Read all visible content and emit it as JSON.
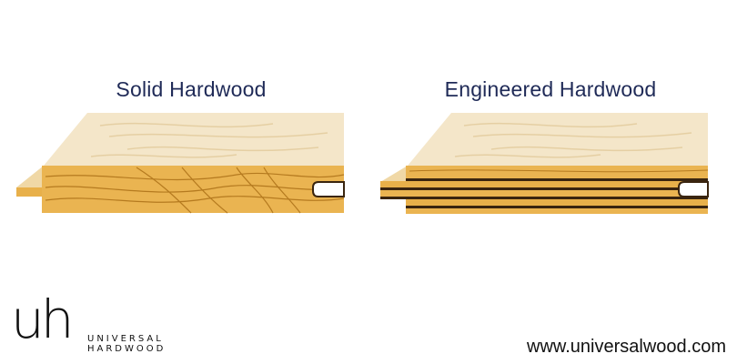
{
  "labels": {
    "solid": "Solid Hardwood",
    "engineered": "Engineered Hardwood"
  },
  "brand": {
    "logo_mark": "uh",
    "line1": "UNIVERSAL",
    "line2": "HARDWOOD",
    "url": "www.universalwood.com"
  },
  "colors": {
    "label_text": "#1f2a57",
    "wood_top": "#f3e3c4",
    "wood_side": "#e9b24c",
    "wood_grain": "#b57a1f",
    "ply_dark": "#3a250f"
  }
}
